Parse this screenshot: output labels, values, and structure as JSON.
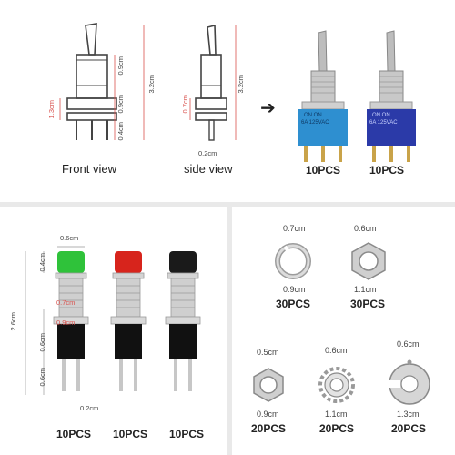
{
  "top": {
    "front": {
      "caption": "Front view",
      "dim_total": "3.2cm",
      "dim_upper": "0.9cm",
      "dim_middle": "0.9cm",
      "dim_lower": "0.4cm",
      "dim_width": "1.3cm"
    },
    "side": {
      "caption": "side view",
      "dim_total": "3.2cm",
      "dim_depth": "0.7cm",
      "dim_pin": "0.2cm"
    },
    "arrow": "➔",
    "photo": {
      "switch_marking_1": "ON  ON",
      "switch_marking_2": "6A 125VAC",
      "qty_left": "10PCS",
      "qty_right": "10PCS",
      "color_left": "#2e8fd0",
      "color_right": "#2b3aa8"
    }
  },
  "bottom_left": {
    "dim_cap_width": "0.6cm",
    "dim_cap_height": "0.4cm",
    "dim_total": "2.6cm",
    "dim_thread_inner": "0.7cm",
    "dim_thread_outer": "0.9cm",
    "dim_body": "0.6cm",
    "dim_pins": "0.6cm",
    "dim_pin_width": "0.2cm",
    "qty_green": "10PCS",
    "qty_red": "10PCS",
    "qty_black": "10PCS",
    "cap_colors": [
      "#2fc23a",
      "#d7241c",
      "#1a1a1a"
    ]
  },
  "bottom_right": {
    "items": [
      {
        "name": "split-washer",
        "top": "0.7cm",
        "bottom": "0.9cm",
        "qty": "30PCS"
      },
      {
        "name": "hex-nut-large",
        "top": "0.6cm",
        "bottom": "1.1cm",
        "qty": "30PCS"
      },
      {
        "name": "hex-nut-small",
        "top": "0.5cm",
        "bottom": "0.9cm",
        "qty": "20PCS"
      },
      {
        "name": "lock-washer",
        "top": "0.6cm",
        "bottom": "1.1cm",
        "qty": "20PCS"
      },
      {
        "name": "flat-washer",
        "top": "0.6cm",
        "bottom": "1.3cm",
        "qty": "20PCS"
      }
    ]
  }
}
